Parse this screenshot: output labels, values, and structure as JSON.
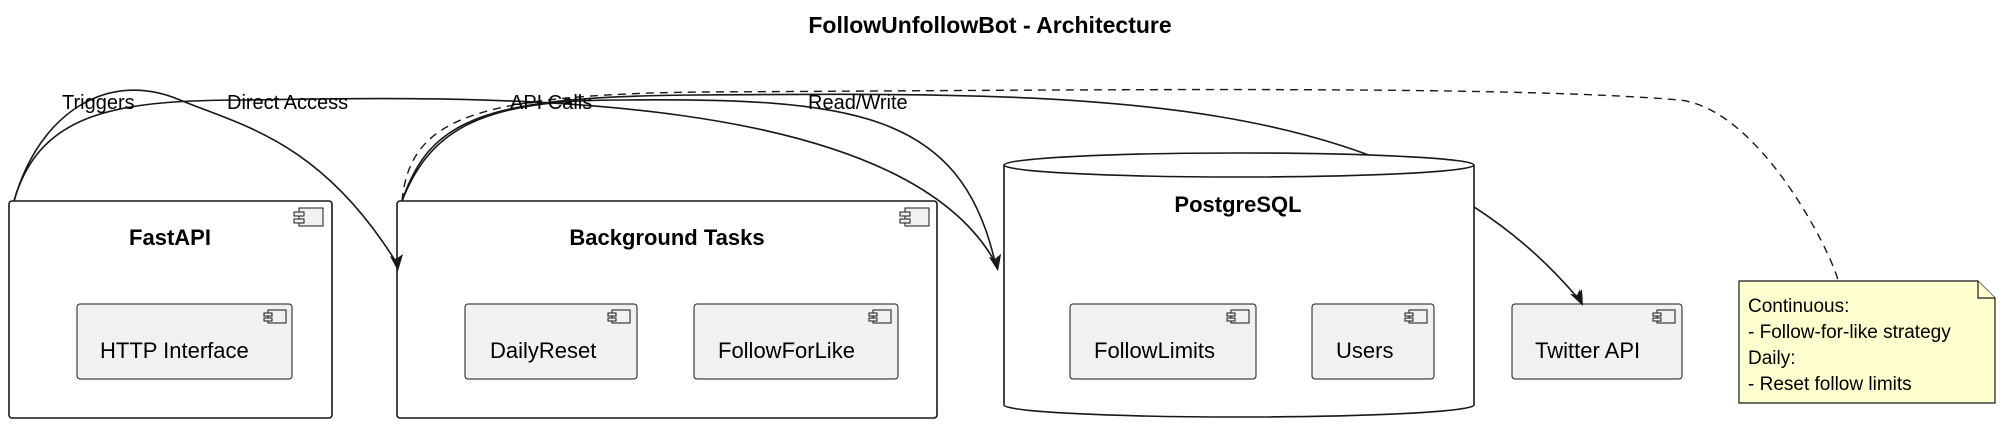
{
  "diagram": {
    "title": "FollowUnfollowBot - Architecture",
    "edges": {
      "triggers": "Triggers",
      "direct_access": "Direct Access",
      "api_calls": "API Calls",
      "read_write": "Read/Write"
    },
    "containers": {
      "fastapi": "FastAPI",
      "background_tasks": "Background Tasks",
      "postgresql": "PostgreSQL"
    },
    "components": {
      "http_interface": "HTTP Interface",
      "daily_reset": "DailyReset",
      "follow_for_like": "FollowForLike",
      "follow_limits": "FollowLimits",
      "users": "Users",
      "twitter_api": "Twitter API"
    },
    "note": {
      "lines": [
        "Continuous:",
        "- Follow-for-like strategy",
        "Daily:",
        "- Reset follow limits"
      ]
    }
  }
}
